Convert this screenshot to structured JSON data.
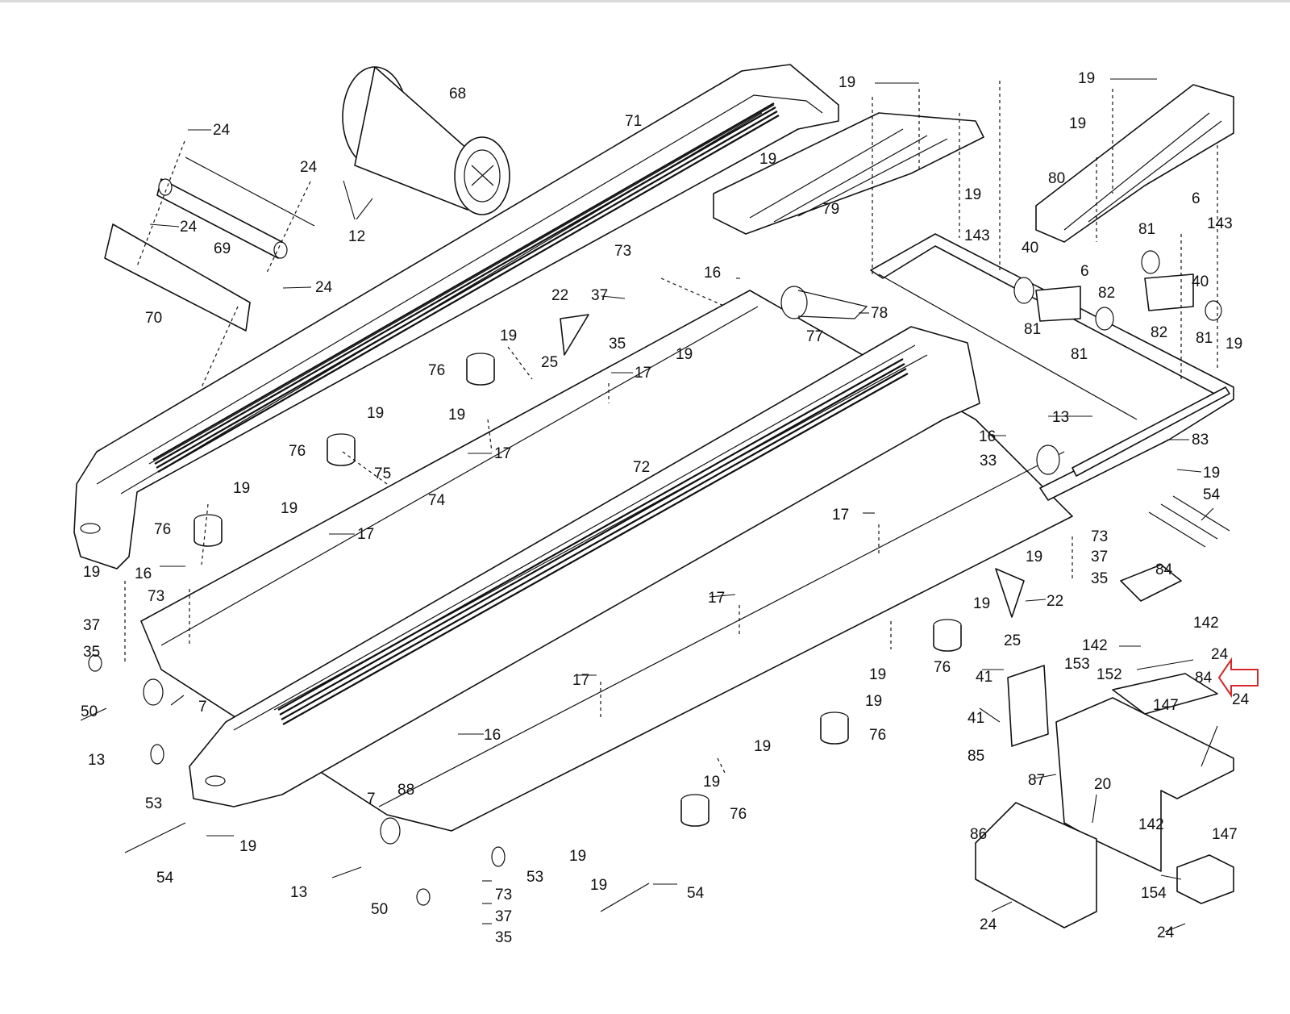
{
  "labels": [
    {
      "id": "p24",
      "text": "24"
    },
    {
      "id": "p69",
      "text": "69"
    },
    {
      "id": "p70",
      "text": "70"
    },
    {
      "id": "p12",
      "text": "12"
    },
    {
      "id": "p68",
      "text": "68"
    },
    {
      "id": "p71",
      "text": "71"
    },
    {
      "id": "p79",
      "text": "79"
    },
    {
      "id": "p19",
      "text": "19"
    },
    {
      "id": "p80",
      "text": "80"
    },
    {
      "id": "p143",
      "text": "143"
    },
    {
      "id": "p40",
      "text": "40"
    },
    {
      "id": "p6",
      "text": "6"
    },
    {
      "id": "p81",
      "text": "81"
    },
    {
      "id": "p82",
      "text": "82"
    },
    {
      "id": "p16",
      "text": "16"
    },
    {
      "id": "p73",
      "text": "73"
    },
    {
      "id": "p37",
      "text": "37"
    },
    {
      "id": "p35",
      "text": "35"
    },
    {
      "id": "p22",
      "text": "22"
    },
    {
      "id": "p25",
      "text": "25"
    },
    {
      "id": "p76",
      "text": "76"
    },
    {
      "id": "p17",
      "text": "17"
    },
    {
      "id": "p78",
      "text": "78"
    },
    {
      "id": "p77",
      "text": "77"
    },
    {
      "id": "p13",
      "text": "13"
    },
    {
      "id": "p83",
      "text": "83"
    },
    {
      "id": "p33",
      "text": "33"
    },
    {
      "id": "p54",
      "text": "54"
    },
    {
      "id": "p72",
      "text": "72"
    },
    {
      "id": "p75",
      "text": "75"
    },
    {
      "id": "p74",
      "text": "74"
    },
    {
      "id": "p84",
      "text": "84"
    },
    {
      "id": "p142",
      "text": "142"
    },
    {
      "id": "p41",
      "text": "41"
    },
    {
      "id": "p153",
      "text": "153"
    },
    {
      "id": "p152",
      "text": "152"
    },
    {
      "id": "p147",
      "text": "147"
    },
    {
      "id": "p85",
      "text": "85"
    },
    {
      "id": "p87",
      "text": "87"
    },
    {
      "id": "p20",
      "text": "20"
    },
    {
      "id": "p86",
      "text": "86"
    },
    {
      "id": "p154",
      "text": "154"
    },
    {
      "id": "p50",
      "text": "50"
    },
    {
      "id": "p7",
      "text": "7"
    },
    {
      "id": "p53",
      "text": "53"
    },
    {
      "id": "p88",
      "text": "88"
    }
  ],
  "colors": {
    "ink": "#111111",
    "background": "#ffffff",
    "highlight_arrow": "#d62828"
  },
  "highlight_arrow_icon": "outline-arrow-left-icon"
}
